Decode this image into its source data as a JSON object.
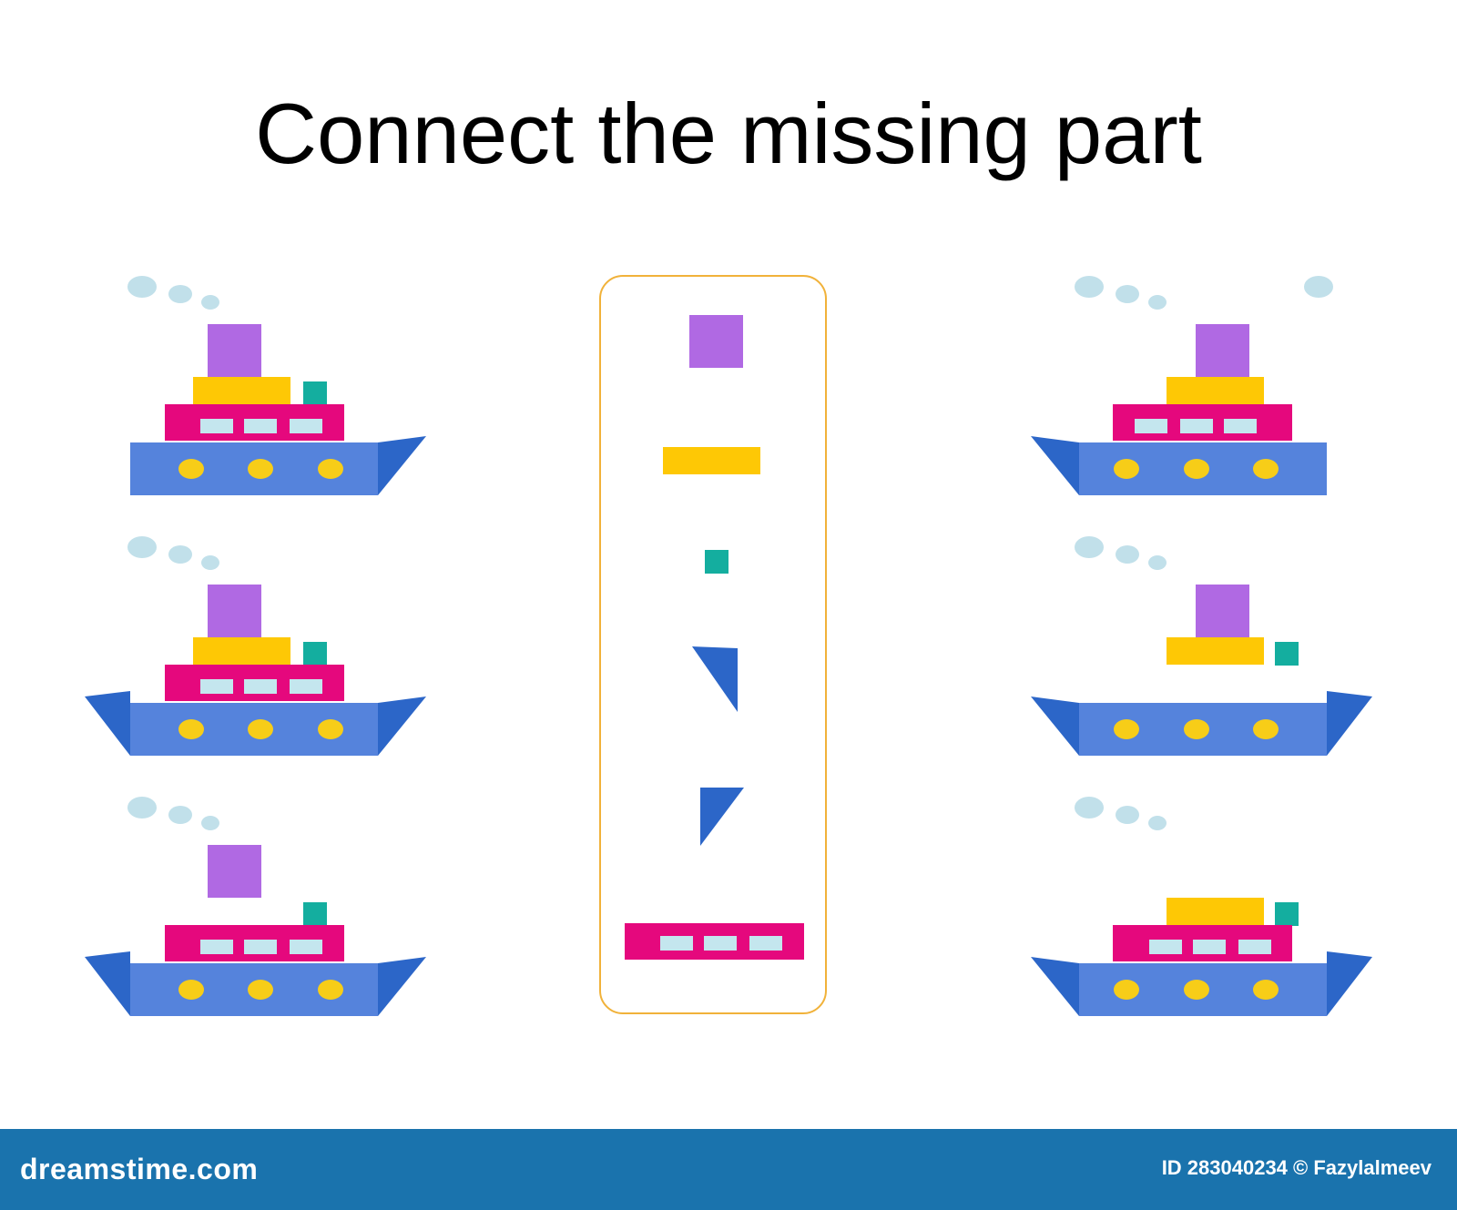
{
  "title": "Connect the missing part",
  "colors": {
    "hull": "#5583dc",
    "bow": "#2c66c8",
    "portholes": "#f7cd18",
    "cabin": "#e5087d",
    "windows": "#c4e6ee",
    "deck": "#fec805",
    "funnel": "#b069e3",
    "vent": "#14ae9f",
    "smoke": "#c1e0ea",
    "panel_border": "#f1b23a",
    "footer": "#1a73ad"
  },
  "left_ships": [
    {
      "name": "ship-left-1-missing-stern"
    },
    {
      "name": "ship-left-2-complete"
    },
    {
      "name": "ship-left-3-missing-deck"
    }
  ],
  "right_ships": [
    {
      "name": "ship-right-1-missing-vent"
    },
    {
      "name": "ship-right-2-missing-cabin"
    },
    {
      "name": "ship-right-3-missing-funnel"
    }
  ],
  "parts": [
    "funnel-part",
    "deck-part",
    "vent-part",
    "bow-part",
    "stern-part",
    "cabin-part"
  ],
  "footer": {
    "brand": "dreamstime.com",
    "credit": "ID 283040234 © Fazylalmeev"
  }
}
